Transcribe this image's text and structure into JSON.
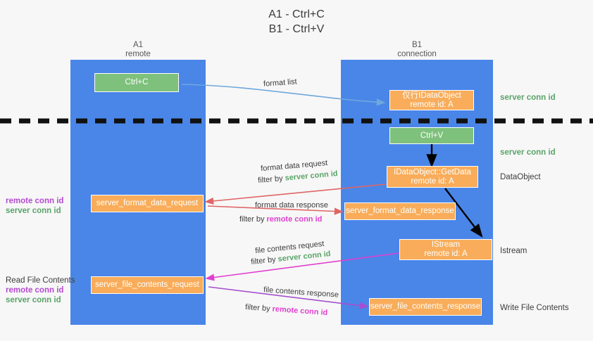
{
  "title": {
    "line1": "A1 - Ctrl+C",
    "line2": "B1 - Ctrl+V"
  },
  "lanes": [
    {
      "name": "A1",
      "sub": "remote",
      "color": "#4a86e8"
    },
    {
      "name": "B1",
      "sub": "connection",
      "color": "#4a86e8"
    }
  ],
  "colors": {
    "lane": "#4a86e8",
    "green_box": "#7dc17d",
    "orange_box": "#f9ad5a",
    "server_conn_id": "#5aa469",
    "remote_conn_id": "#b44ad0",
    "arrow_blue": "#6fa8dc",
    "arrow_red": "#e06666",
    "arrow_magenta": "#e040d0",
    "arrow_purple": "#a64fd0",
    "arrow_black": "#000000",
    "background": "#f7f7f7"
  },
  "boxes": {
    "ctrl_c": {
      "line1": "Ctrl+C"
    },
    "ctrl_v": {
      "line1": "Ctrl+V"
    },
    "idataobject": {
      "line1": "仅行IDataObject",
      "line2": "remote id: A"
    },
    "getdata": {
      "line1": "IDataObject::GetData",
      "line2": "remote id: A"
    },
    "istream": {
      "line1": "IStream",
      "line2": "remote id: A"
    },
    "server_format_data_request": {
      "line1": "server_format_data_request"
    },
    "server_format_data_response": {
      "line1": "server_format_data_response"
    },
    "server_file_contents_request": {
      "line1": "server_file_contents_request"
    },
    "server_file_contents_response": {
      "line1": "server_file_contents_response"
    }
  },
  "right_labels": {
    "server_conn_id_1": "server conn id",
    "server_conn_id_2": "server conn id",
    "dataobject": "DataObject",
    "istream": "Istream",
    "write_file_contents": "Write File Contents"
  },
  "left_labels": {
    "format_remote": "remote conn id",
    "format_server": "server conn id",
    "read_file_contents": "Read File Contents",
    "file_remote": "remote conn id",
    "file_server": "server conn id"
  },
  "arrow_labels": {
    "format_list": "format list",
    "format_data_request": "format data request",
    "format_data_request_filter_pre": "filter by ",
    "format_data_request_filter_key": "server conn id",
    "format_data_response": "format data response",
    "format_data_response_filter_pre": "filter by ",
    "format_data_response_filter_key": "remote conn id",
    "file_contents_request": "file contents request",
    "file_contents_request_filter_pre": "filter by ",
    "file_contents_request_filter_key": "server conn id",
    "file_contents_response": "file contents response",
    "file_contents_response_filter_pre": "filter by ",
    "file_contents_response_filter_key": "remote conn id"
  }
}
